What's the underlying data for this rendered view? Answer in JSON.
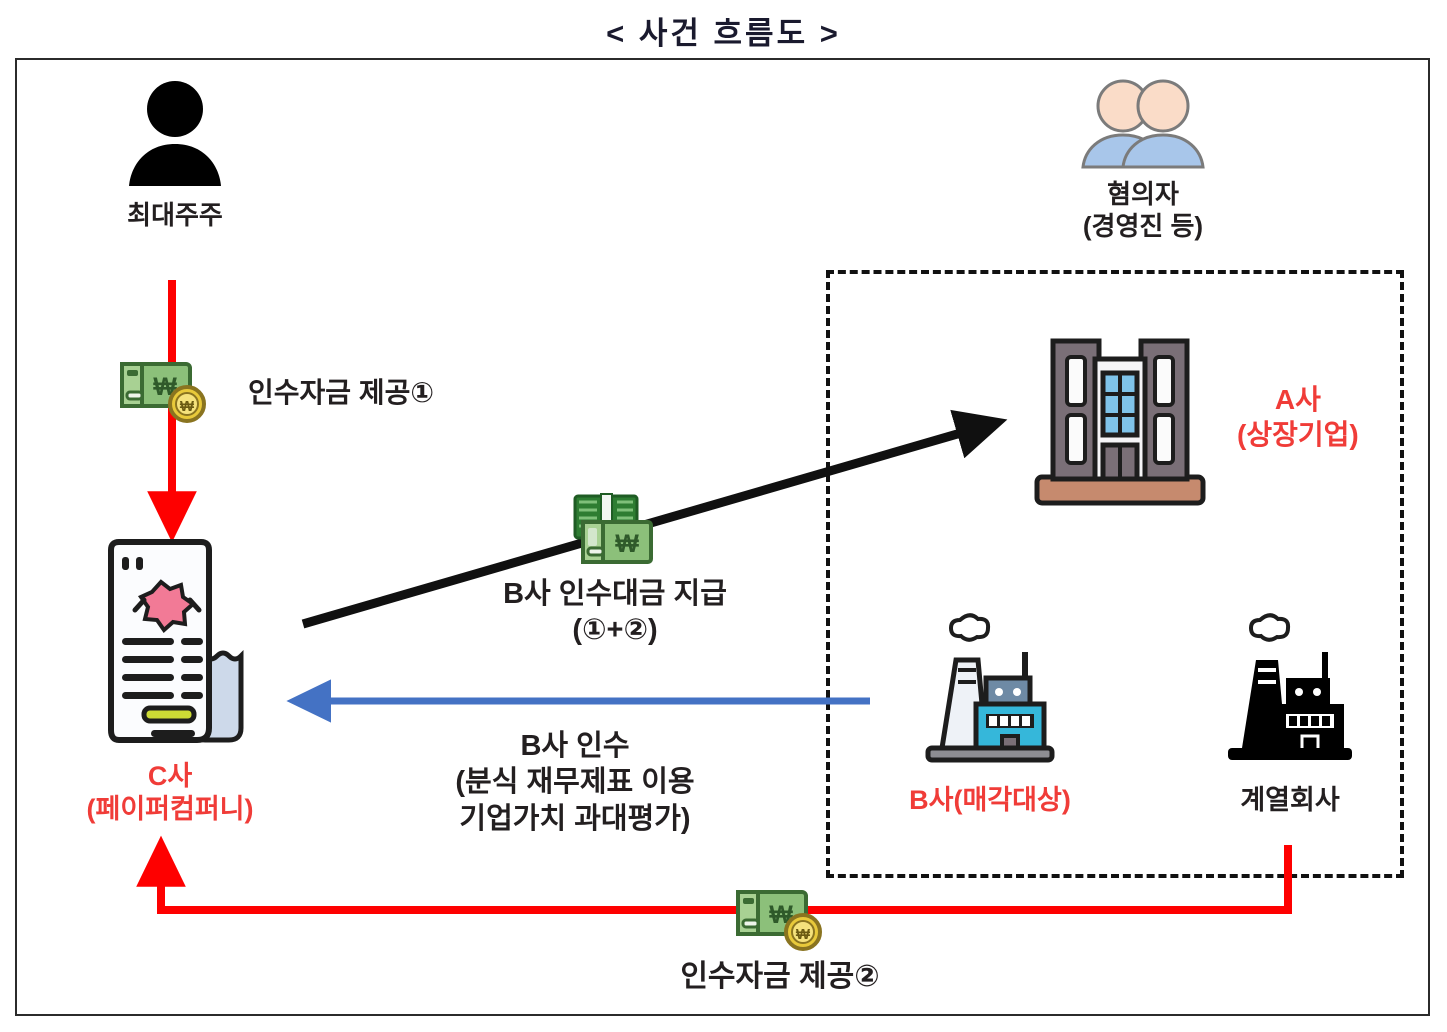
{
  "title": "< 사건 흐름도 >",
  "colors": {
    "red_accent": "#f03c38",
    "red_arrow": "#fe0000",
    "blue_arrow": "#4472c4",
    "black_arrow": "#101010",
    "frame_border": "#2b2b2b",
    "building_gray": "#7a6f77",
    "building_base": "#c68a6e",
    "factory_blue": "#35b7da",
    "person_blue": "#a8c6ea",
    "person_skin": "#fadcc8",
    "bill_green": "#8cc07a",
    "coin_gold": "#e8c93a"
  },
  "nodes": {
    "largest_shareholder": {
      "label": "최대주주",
      "icon": "person-silhouette-icon"
    },
    "suspects": {
      "label": "혐의자\n(경영진 등)",
      "icon": "two-people-icon"
    },
    "company_c": {
      "label": "C사\n(페이퍼컴퍼니)",
      "icon": "document-certificate-icon"
    },
    "company_a": {
      "label": "A사\n(상장기업)",
      "icon": "office-building-icon"
    },
    "company_b": {
      "label": "B사(매각대상)",
      "icon": "factory-blue-icon"
    },
    "affiliate": {
      "label": "계열회사",
      "icon": "factory-black-icon"
    }
  },
  "flows": {
    "funding_one": {
      "label": "인수자금 제공①",
      "icon": "money-bill-coin-icon"
    },
    "payment_b": {
      "label": "B사 인수대금 지급\n(①+②)",
      "icon": "money-stack-icon"
    },
    "acquire_b": {
      "label": "B사 인수\n(분식 재무제표 이용\n기업가치 과대평가)"
    },
    "funding_two": {
      "label": "인수자금 제공②",
      "icon": "money-bill-coin-icon"
    }
  }
}
